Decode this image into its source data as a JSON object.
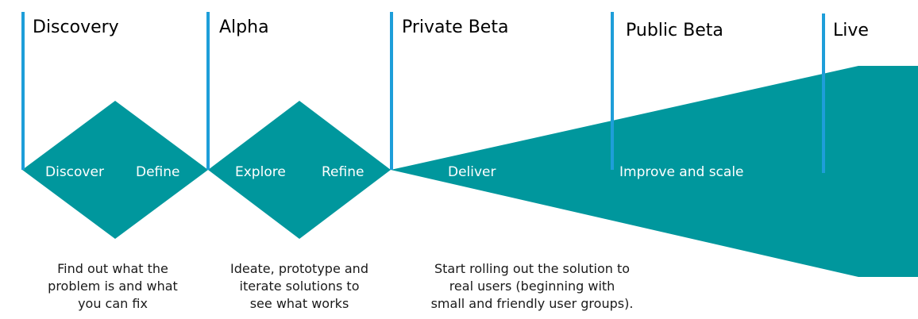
{
  "colors": {
    "shape_fill": "#00979d",
    "divider": "#1e9ed9",
    "inner_text": "#ffffff",
    "label_text": "#000000"
  },
  "phases": [
    {
      "label": "Discovery"
    },
    {
      "label": "Alpha"
    },
    {
      "label": "Private Beta"
    },
    {
      "label": "Public Beta"
    },
    {
      "label": "Live"
    }
  ],
  "stages": [
    {
      "label": "Discover"
    },
    {
      "label": "Define"
    },
    {
      "label": "Explore"
    },
    {
      "label": "Refine"
    },
    {
      "label": "Deliver"
    },
    {
      "label": "Improve and scale"
    }
  ],
  "captions": [
    {
      "text": "Find out what the\nproblem is and what\nyou can fix"
    },
    {
      "text": "Ideate, prototype and\niterate solutions to\nsee what works"
    },
    {
      "text": "Start rolling out the solution to\nreal users (beginning with\nsmall and friendly user groups)."
    }
  ]
}
